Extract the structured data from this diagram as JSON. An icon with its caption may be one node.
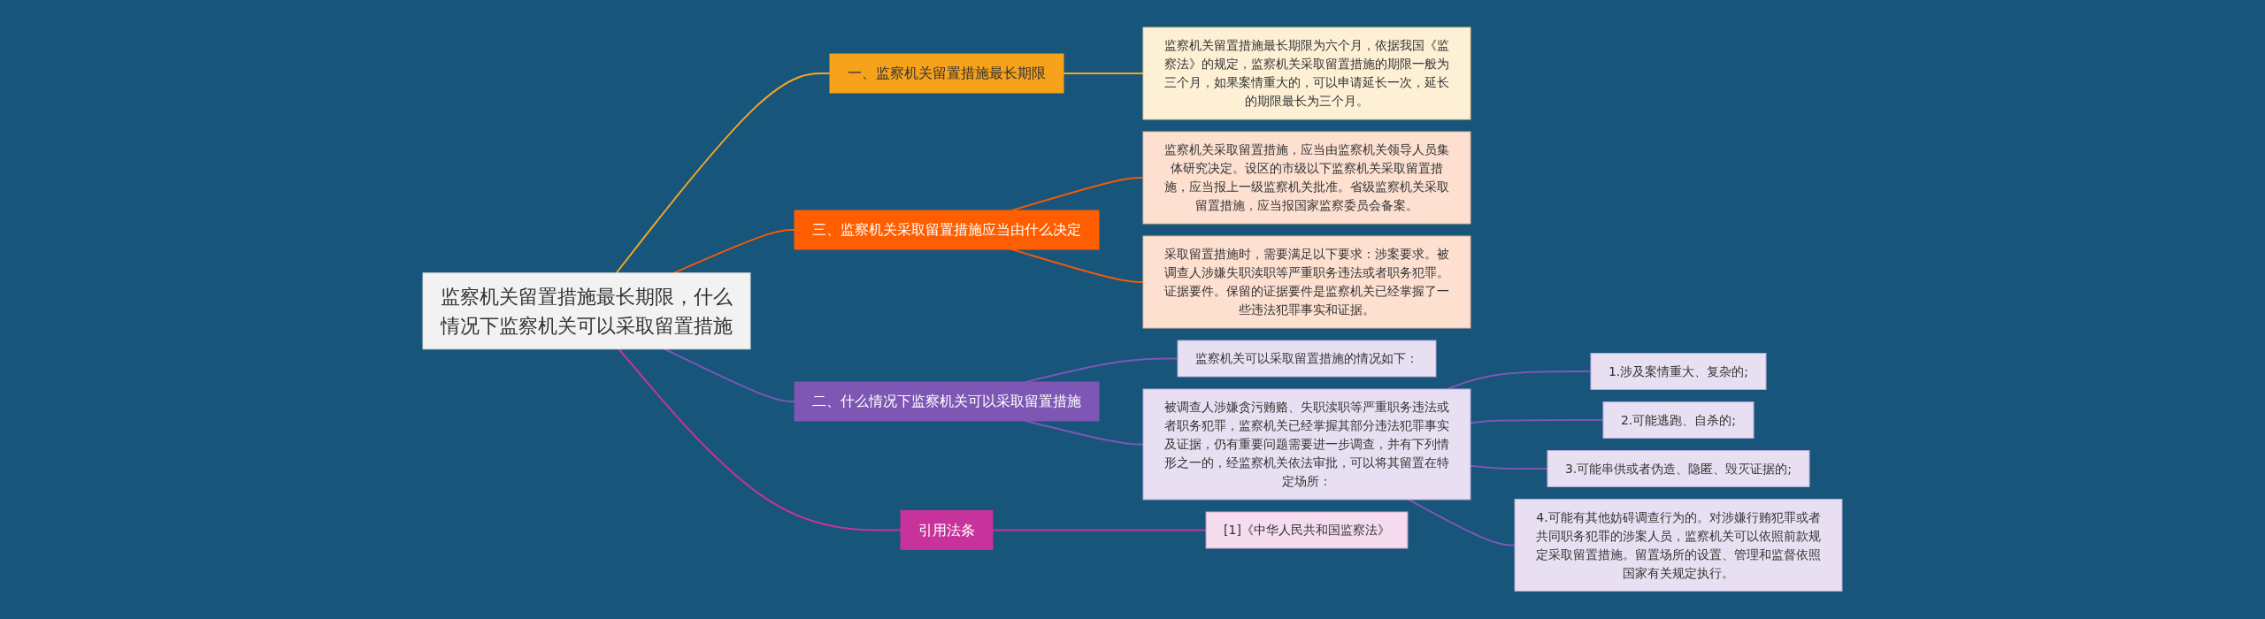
{
  "diagram": {
    "nodes": [
      {
        "text": [
          "监察机关留置措施最长期限，什么情况下监察机关可以采取留置措施"
        ]
      },
      {
        "text": [
          "一、监察机关留置措施最长期限"
        ]
      },
      {
        "text": [
          "监察机关留置措施最长期限为六个月，依据我国《监察法》的规定，监察机关采取留置措施的期限一般为三个月，如果案情重大的，可以申请延长一次，延长的期限最长为三个月。"
        ]
      },
      {
        "text": [
          "三、监察机关采取留置措施应当由什么决定"
        ]
      },
      {
        "text": [
          "监察机关采取留置措施，应当由监察机关领导人员集体研究决定。设区的市级以下监察机关采取留置措施，应当报上一级监察机关批准。省级监察机关采取留置措施，应当报国家监察委员会备案。"
        ]
      },
      {
        "text": [
          "采取留置措施时，需要满足以下要求：涉案要求。被调查人涉嫌失职渎职等严重职务违法或者职务犯罪。证据要件。保留的证据要件是监察机关已经掌握了一些违法犯罪事实和证据。"
        ]
      },
      {
        "text": [
          "二、什么情况下监察机关可以采取留置措施"
        ]
      },
      {
        "text": [
          "监察机关可以采取留置措施的情况如下："
        ]
      },
      {
        "text": [
          "被调查人涉嫌贪污贿赂、失职渎职等严重职务违法或者职务犯罪，监察机关已经掌握其部分违法犯罪事实及证据，仍有重要问题需要进一步调查，并有下列情形之一的，经监察机关依法审批，可以将其留置在特定场所："
        ]
      },
      {
        "text": [
          "1.涉及案情重大、复杂的;"
        ]
      },
      {
        "text": [
          "2.可能逃跑、自杀的;"
        ]
      },
      {
        "text": [
          "3.可能串供或者伪造、隐匿、毁灭证据的;"
        ]
      },
      {
        "text": [
          "4.可能有其他妨碍调查行为的。对涉嫌行贿犯罪或者共同职务犯罪的涉案人员，监察机关可以依照前款规定采取留置措施。留置场所的设置、管理和监督依照国家有关规定执行。"
        ]
      },
      {
        "text": [
          "引用法条"
        ]
      },
      {
        "text": [
          "[1]《中华人民共和国监察法》"
        ]
      }
    ],
    "edges": [
      {
        "from": 0,
        "to": 1,
        "arrow": "none",
        "color": "#f5a623"
      },
      {
        "from": 1,
        "to": 2,
        "arrow": "none",
        "color": "#f5a623"
      },
      {
        "from": 0,
        "to": 3,
        "arrow": "none",
        "color": "#f05a0a"
      },
      {
        "from": 3,
        "to": 4,
        "arrow": "none",
        "color": "#f05a0a"
      },
      {
        "from": 3,
        "to": 5,
        "arrow": "none",
        "color": "#f05a0a"
      },
      {
        "from": 0,
        "to": 6,
        "arrow": "none"
      },
      {
        "from": 6,
        "to": 7,
        "arrow": "none"
      },
      {
        "from": 6,
        "to": 8,
        "arrow": "none"
      },
      {
        "from": 8,
        "to": 9,
        "arrow": "none"
      },
      {
        "from": 8,
        "to": 10,
        "arrow": "none"
      },
      {
        "from": 8,
        "to": 11,
        "arrow": "none"
      },
      {
        "from": 8,
        "to": 12,
        "arrow": "none"
      },
      {
        "from": 0,
        "to": 13,
        "arrow": "none",
        "color": "#c8339b"
      },
      {
        "from": 13,
        "to": 14,
        "arrow": "none",
        "color": "#c8339b"
      }
    ]
  }
}
